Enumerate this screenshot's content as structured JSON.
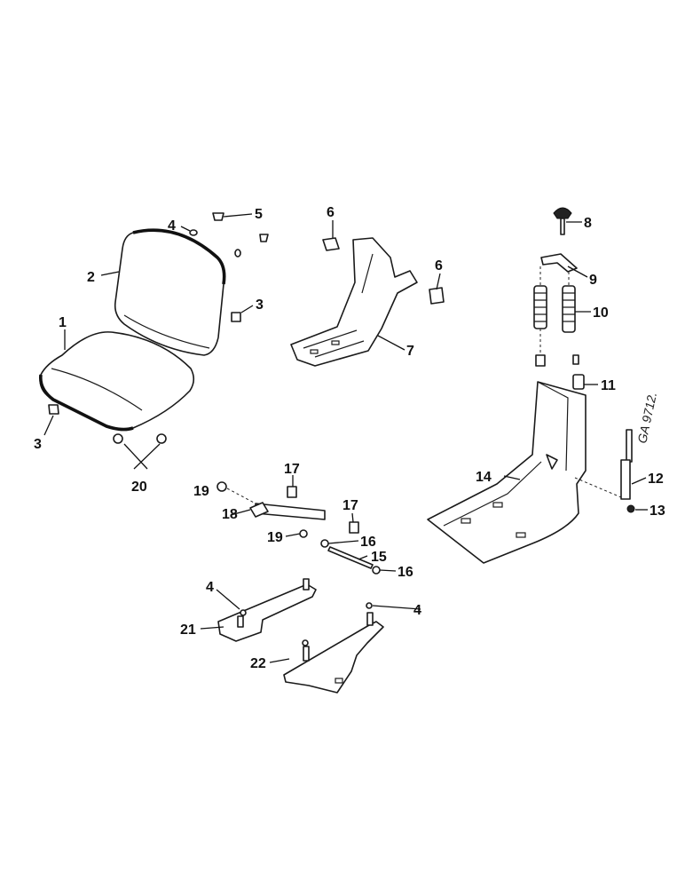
{
  "callouts": {
    "c1": "1",
    "c2": "2",
    "c3a": "3",
    "c3b": "3",
    "c4a": "4",
    "c4b": "4",
    "c4c": "4",
    "c5": "5",
    "c6a": "6",
    "c6b": "6",
    "c7": "7",
    "c8": "8",
    "c9": "9",
    "c10": "10",
    "c11": "11",
    "c12": "12",
    "c13": "13",
    "c14": "14",
    "c15": "15",
    "c16a": "16",
    "c16b": "16",
    "c17a": "17",
    "c17b": "17",
    "c18": "18",
    "c19a": "19",
    "c19b": "19",
    "c20": "20",
    "c21": "21",
    "c22": "22"
  },
  "drawing_ref": "GA 9712."
}
